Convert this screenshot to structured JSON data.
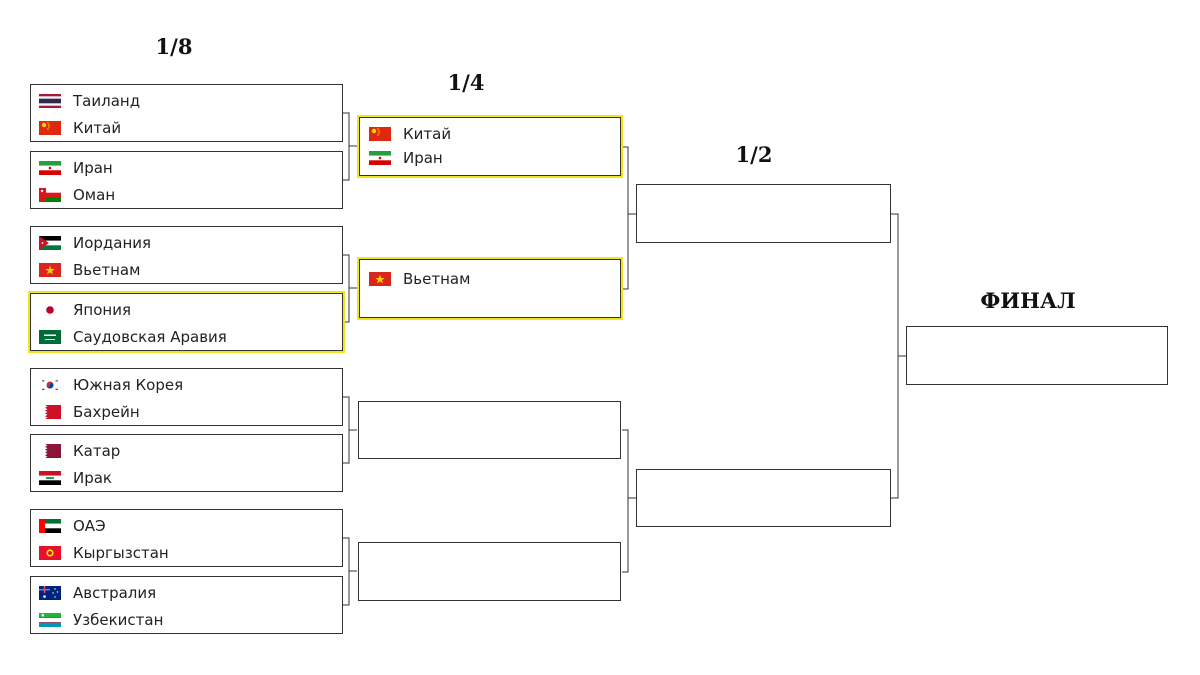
{
  "rounds": {
    "r16": "1/8",
    "qf": "1/4",
    "sf": "1/2",
    "final": "ФИНАЛ"
  },
  "r16": [
    {
      "top": {
        "name": "Таиланд",
        "flag": "thailand"
      },
      "bottom": {
        "name": "Китай",
        "flag": "china"
      }
    },
    {
      "top": {
        "name": "Иран",
        "flag": "iran"
      },
      "bottom": {
        "name": "Оман",
        "flag": "oman"
      }
    },
    {
      "top": {
        "name": "Иордания",
        "flag": "jordan"
      },
      "bottom": {
        "name": "Вьетнам",
        "flag": "vietnam"
      }
    },
    {
      "top": {
        "name": "Япония",
        "flag": "japan"
      },
      "bottom": {
        "name": "Саудовская Аравия",
        "flag": "saudi-arabia"
      },
      "highlighted": true
    },
    {
      "top": {
        "name": "Южная Корея",
        "flag": "south-korea"
      },
      "bottom": {
        "name": "Бахрейн",
        "flag": "bahrain"
      }
    },
    {
      "top": {
        "name": "Катар",
        "flag": "qatar"
      },
      "bottom": {
        "name": "Ирак",
        "flag": "iraq"
      }
    },
    {
      "top": {
        "name": "ОАЭ",
        "flag": "uae"
      },
      "bottom": {
        "name": "Кыргызстан",
        "flag": "kyrgyzstan"
      }
    },
    {
      "top": {
        "name": "Австралия",
        "flag": "australia"
      },
      "bottom": {
        "name": "Узбекистан",
        "flag": "uzbekistan"
      }
    }
  ],
  "qf": [
    {
      "top": {
        "name": "Китай",
        "flag": "china"
      },
      "bottom": {
        "name": "Иран",
        "flag": "iran"
      },
      "highlighted": true
    },
    {
      "top": {
        "name": "Вьетнам",
        "flag": "vietnam"
      },
      "bottom": {
        "name": "",
        "flag": ""
      },
      "highlighted": true
    },
    {
      "top": {
        "name": "",
        "flag": ""
      },
      "bottom": {
        "name": "",
        "flag": ""
      }
    },
    {
      "top": {
        "name": "",
        "flag": ""
      },
      "bottom": {
        "name": "",
        "flag": ""
      }
    }
  ],
  "sf": [
    {
      "top": {
        "name": "",
        "flag": ""
      },
      "bottom": {
        "name": "",
        "flag": ""
      }
    },
    {
      "top": {
        "name": "",
        "flag": ""
      },
      "bottom": {
        "name": "",
        "flag": ""
      }
    }
  ],
  "final": {
    "top": {
      "name": "",
      "flag": ""
    },
    "bottom": {
      "name": "",
      "flag": ""
    }
  }
}
